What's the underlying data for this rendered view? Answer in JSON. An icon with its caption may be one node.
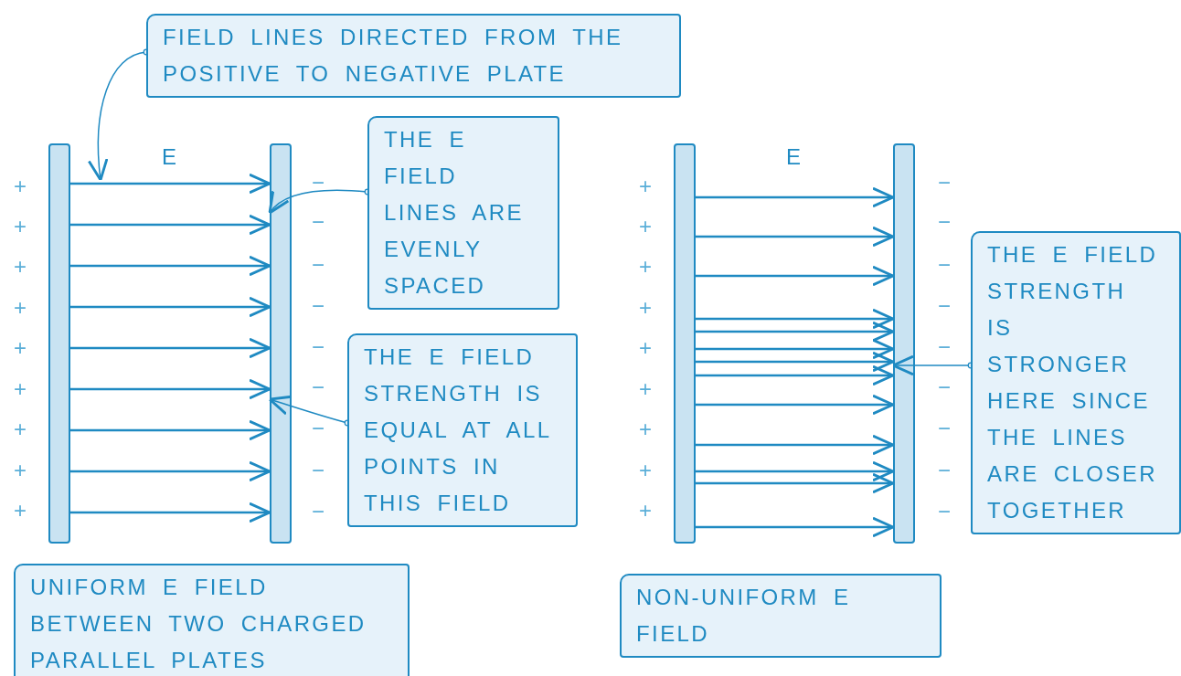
{
  "diagram": {
    "nodes": [
      {
        "text": [
          "FIELD LINES DIRECTED FROM THE POSITIVE TO NEGATIVE PLATE"
        ]
      },
      {
        "text": [],
        "shape": "bar"
      },
      {
        "text": [],
        "shape": "bar"
      },
      {
        "text": [
          "THE E FIELD LINES ARE EVENLY SPACED"
        ]
      },
      {
        "text": [],
        "shape": "bar"
      },
      {
        "text": [],
        "shape": "bar"
      },
      {
        "text": [
          "THE E FIELD STRENGTH IS STRONGER HERE SINCE THE LINES ARE CLOSER TOGETHER"
        ]
      },
      {
        "text": [
          "THE E FIELD STRENGTH IS EQUAL AT ALL POINTS IN THIS FIELD"
        ]
      },
      {
        "text": [
          "UNIFORM E FIELD BETWEEN TWO CHARGED PARALLEL PLATES"
        ]
      },
      {
        "text": [
          "NON-UNIFORM E FIELD"
        ]
      }
    ],
    "edges": [
      {
        "from": 1,
        "to": 2,
        "arrow": "to"
      },
      {
        "from": 1,
        "to": 2,
        "arrow": "to"
      },
      {
        "from": 1,
        "to": 2,
        "arrow": "to"
      },
      {
        "from": 1,
        "to": 2,
        "arrow": "to"
      },
      {
        "from": 1,
        "to": 2,
        "arrow": "to"
      },
      {
        "from": 1,
        "to": 2,
        "arrow": "to"
      },
      {
        "from": 1,
        "to": 2,
        "arrow": "to"
      },
      {
        "from": 1,
        "to": 2,
        "arrow": "to"
      },
      {
        "from": 1,
        "to": 2,
        "arrow": "to"
      },
      {
        "from": 4,
        "to": 5,
        "arrow": "to"
      },
      {
        "from": 4,
        "to": 5,
        "arrow": "to"
      },
      {
        "from": 4,
        "to": 5,
        "arrow": "to"
      },
      {
        "from": 4,
        "to": 5,
        "arrow": "to"
      },
      {
        "from": 4,
        "to": 5,
        "arrow": "to"
      },
      {
        "from": 4,
        "to": 5,
        "arrow": "to"
      },
      {
        "from": 4,
        "to": 5,
        "arrow": "to"
      },
      {
        "from": 4,
        "to": 5,
        "arrow": "to"
      },
      {
        "from": 4,
        "to": 5,
        "arrow": "to"
      },
      {
        "from": 4,
        "to": 5,
        "arrow": "to"
      },
      {
        "from": 4,
        "to": 5,
        "arrow": "to"
      },
      {
        "from": 4,
        "to": 5,
        "arrow": "to"
      },
      {
        "from": 4,
        "to": 5,
        "arrow": "to"
      },
      {
        "from": 0,
        "to": null,
        "arrow": "to"
      },
      {
        "from": 3,
        "to": 2,
        "arrow": "to"
      },
      {
        "from": 7,
        "to": 2,
        "arrow": "to"
      },
      {
        "from": 6,
        "to": 5,
        "arrow": "to"
      }
    ],
    "labels": [
      "E",
      "+",
      "+",
      "+",
      "+",
      "+",
      "+",
      "+",
      "+",
      "+",
      "−",
      "−",
      "−",
      "−",
      "−",
      "−",
      "−",
      "−",
      "−",
      "E",
      "+",
      "+",
      "+",
      "+",
      "+",
      "+",
      "+",
      "+",
      "+",
      "−",
      "−",
      "−",
      "−",
      "−",
      "−",
      "−",
      "−",
      "−"
    ]
  }
}
